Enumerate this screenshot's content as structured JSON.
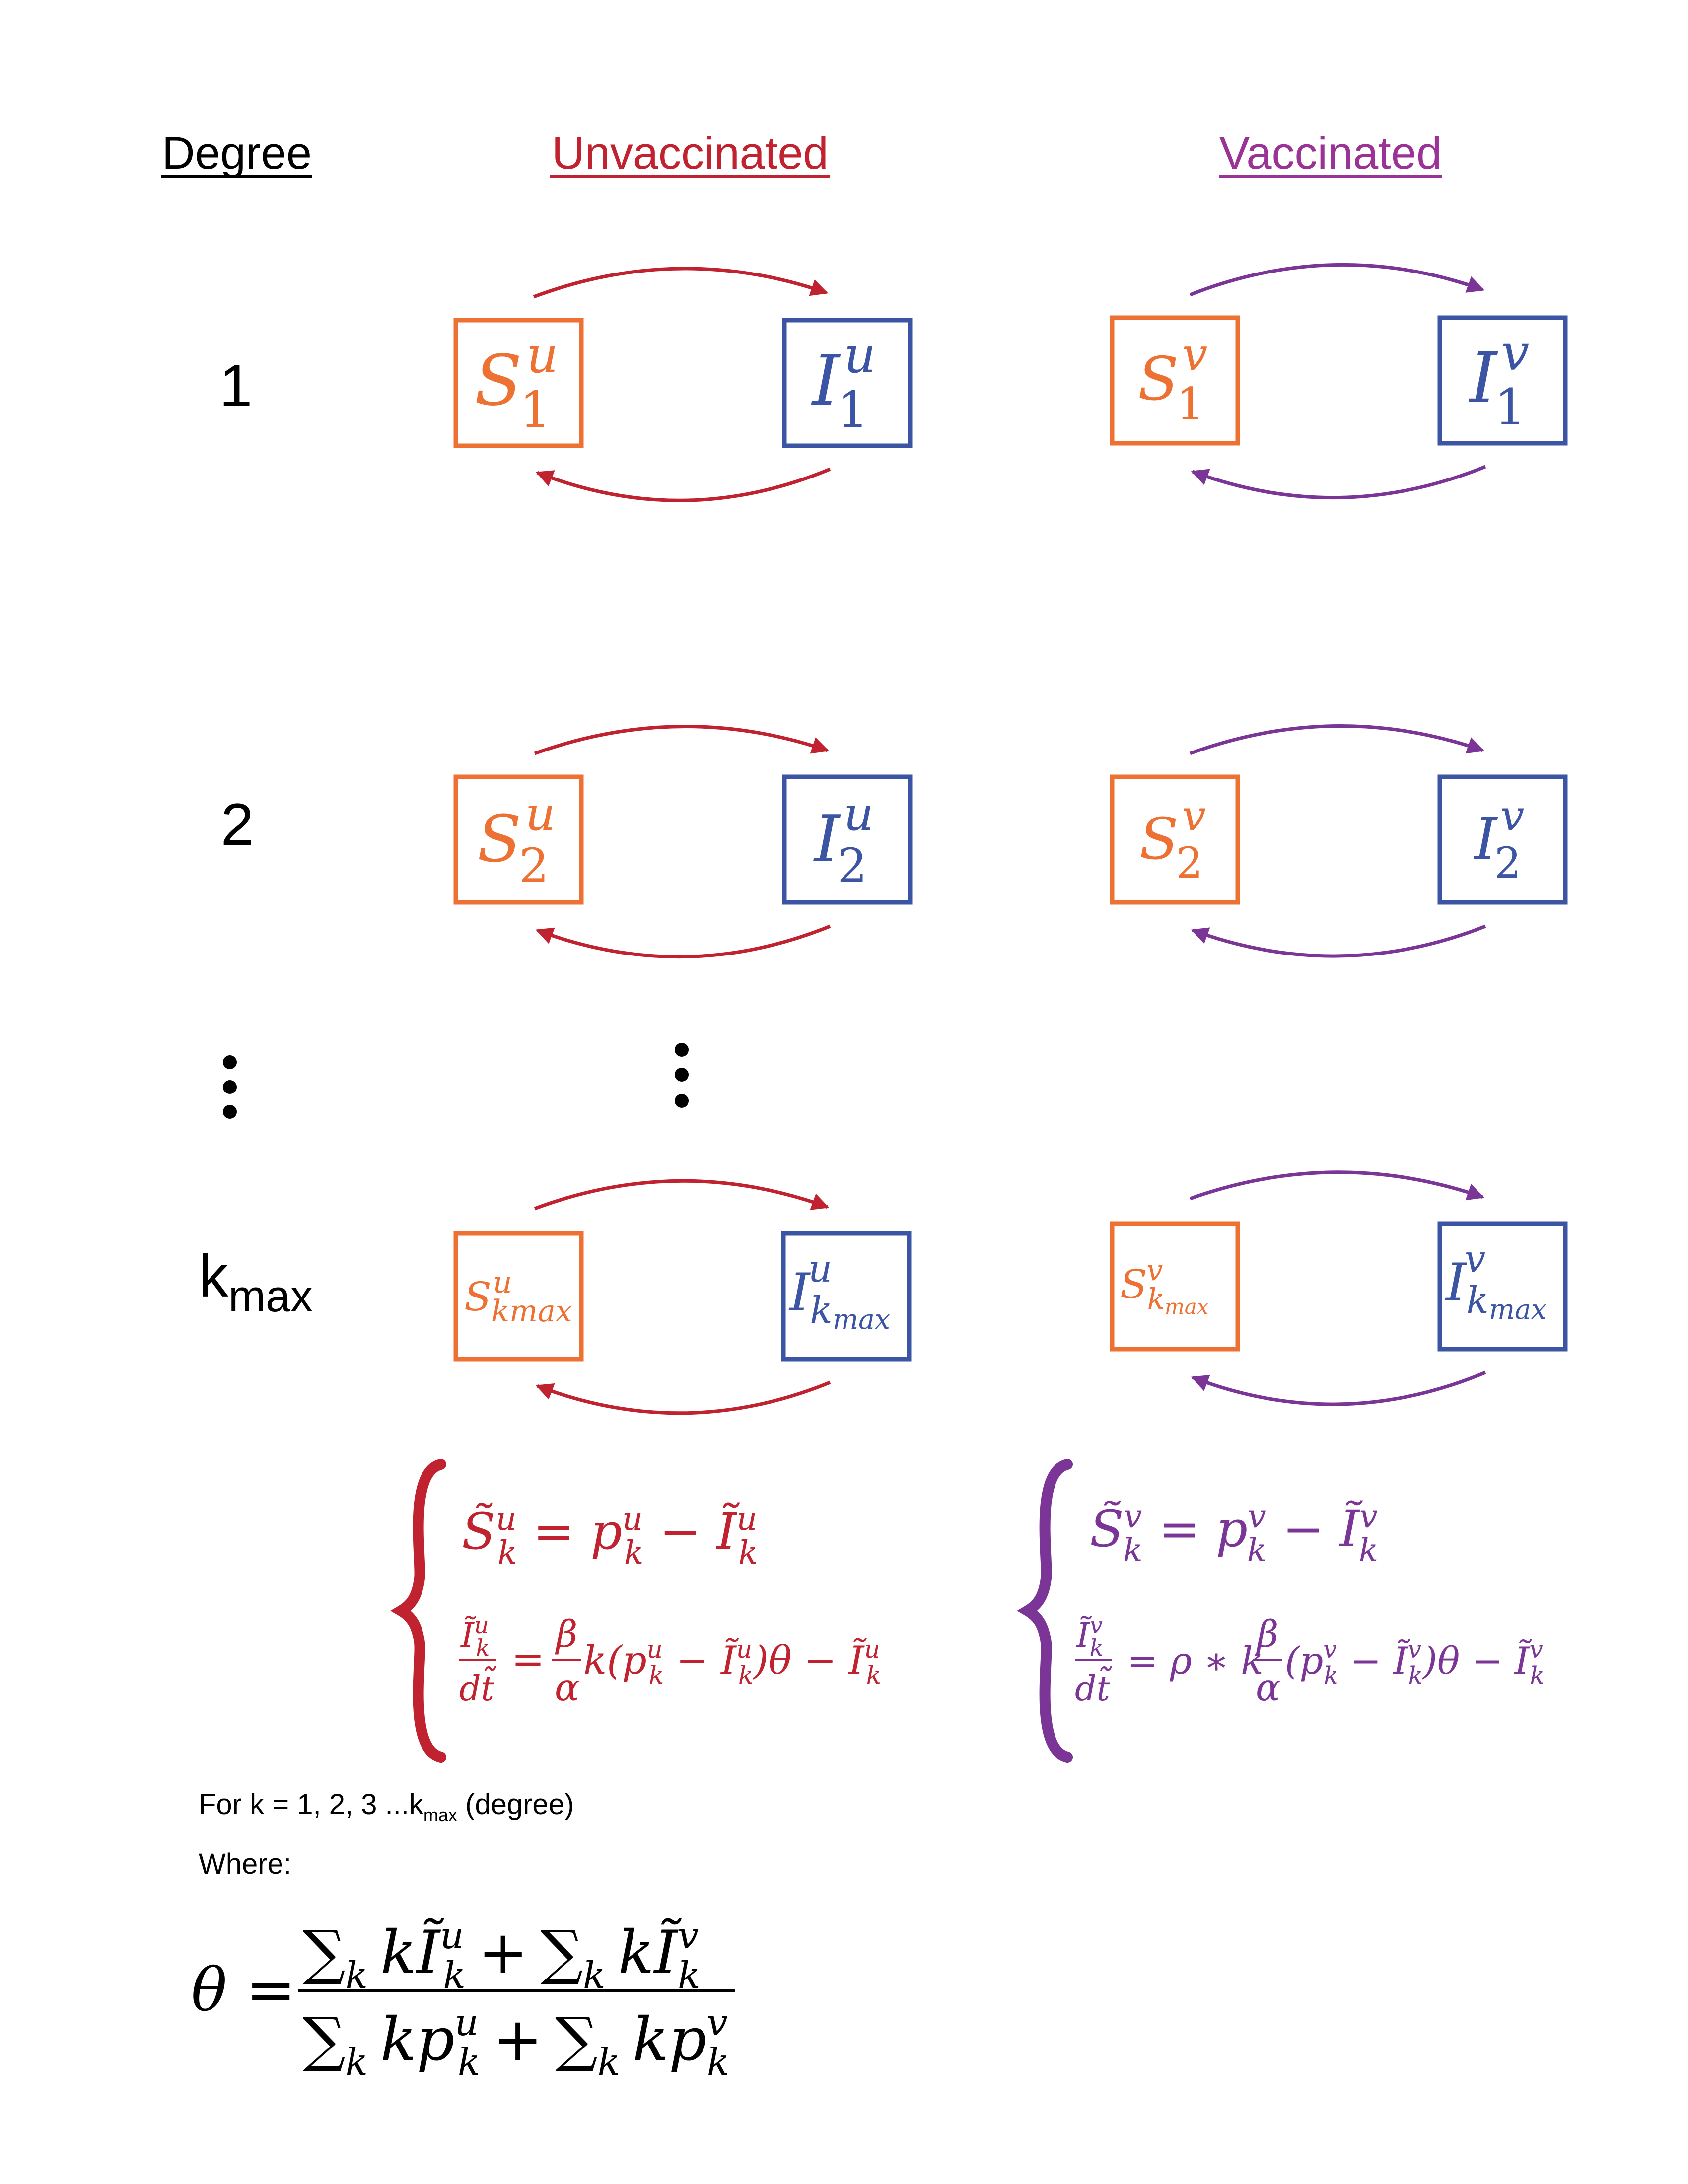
{
  "headers": {
    "degree": "Degree",
    "unvaccinated": "Unvaccinated",
    "vaccinated": "Vaccinated"
  },
  "rows": [
    {
      "degree": "1",
      "sub": "1",
      "unvaccinated": {
        "s_base": "S",
        "i_base": "I",
        "sup": "u"
      },
      "vaccinated": {
        "s_base": "S",
        "i_base": "I",
        "sup": "v"
      }
    },
    {
      "degree": "2",
      "sub": "2",
      "unvaccinated": {
        "s_base": "S",
        "i_base": "I",
        "sup": "u"
      },
      "vaccinated": {
        "s_base": "S",
        "i_base": "I",
        "sup": "v"
      }
    },
    {
      "degree_main": "k",
      "degree_sub": "max",
      "sub": "kmax",
      "i_sub": "k",
      "i_sub2": "max",
      "unvaccinated": {
        "s_base": "S",
        "i_base": "I",
        "sup": "u"
      },
      "vaccinated": {
        "s_base": "S",
        "i_base": "I",
        "sup": "v"
      }
    }
  ],
  "equations": {
    "unvaccinated": {
      "eq1": {
        "lhs": "S̃",
        "lhs_sup": "u",
        "lhs_sub": "k",
        "eq": " = p",
        "p_sup": "u",
        "p_sub": "k",
        "minus": " − Ĩ",
        "i_sup": "u",
        "i_sub": "k"
      },
      "eq2": {
        "num": "Ĩ",
        "num_sup": "u",
        "num_sub": "k",
        "den": "dt̃",
        "frac_num": "β",
        "frac_den": "α",
        "rest1": "k(p",
        "rest2": " − Ĩ",
        "rest3": ")θ − Ĩ",
        "sup": "u",
        "sub": "k",
        "equals": "="
      }
    },
    "vaccinated": {
      "eq1": {
        "lhs": "S̃",
        "lhs_sup": "v",
        "lhs_sub": "k",
        "eq": " = p",
        "p_sup": "v",
        "p_sub": "k",
        "minus": " − Ĩ",
        "i_sup": "v",
        "i_sub": "k"
      },
      "eq2": {
        "num": "Ĩ",
        "num_sup": "v",
        "num_sub": "k",
        "den": "dt̃",
        "pre": "= ρ ∗ k",
        "frac_num": "β",
        "frac_den": "α",
        "rest1": "(p",
        "rest2": " − Ĩ",
        "rest3": ")θ − Ĩ",
        "sup": "v",
        "sub": "k"
      }
    }
  },
  "notes": {
    "for_k_prefix": "For k = 1, 2, 3 ...k",
    "for_k_sub": "max",
    "for_k_suffix": " (degree)",
    "where": "Where:"
  },
  "theta": {
    "lhs": "θ =",
    "sum": "∑",
    "sub_k": "k",
    "k": "k",
    "I": "Ĩ",
    "p": "p",
    "sup_u": "u",
    "sup_v": "v",
    "plus": "+"
  },
  "colors": {
    "susceptible": "#ED7133",
    "infected": "#3B54A4",
    "unvaccinated": "#C0222F",
    "vaccinated": "#7B3596",
    "text": "#000000"
  },
  "continuation": "⋮"
}
